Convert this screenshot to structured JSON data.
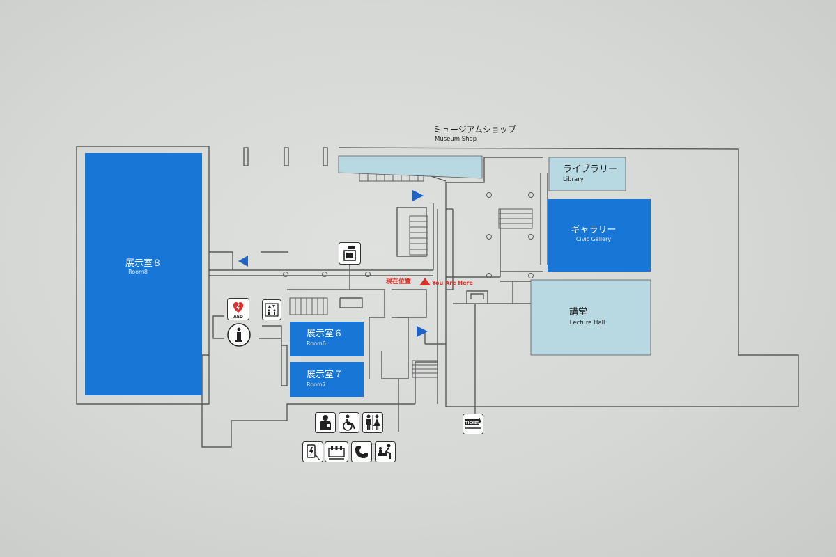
{
  "map": {
    "rooms": {
      "room8": {
        "jp": "展示室８",
        "en": "Room8"
      },
      "room6": {
        "jp": "展示室６",
        "en": "Room6"
      },
      "room7": {
        "jp": "展示室７",
        "en": "Room7"
      },
      "gallery": {
        "jp": "ギャラリー",
        "en": "Civic Gallery"
      },
      "library": {
        "jp": "ライブラリー",
        "en": "Library"
      },
      "lecture": {
        "jp": "講堂",
        "en": "Lecture Hall"
      },
      "shop": {
        "jp": "ミュージアムショップ",
        "en": "Museum Shop"
      }
    },
    "you_are_here": {
      "jp": "現在位置",
      "en": "You Are Here"
    },
    "aed_label": "AED",
    "ticket_label": "TICKET",
    "colors": {
      "dark_blue": "#1776d6",
      "light_blue": "#b8d8e2",
      "outline": "#5a5a5a",
      "accent_red": "#d7322a",
      "arrow_blue": "#1f63c4"
    },
    "icons": [
      "locker-icon",
      "aed-icon",
      "elevator-icon",
      "information-icon",
      "nursing-room-icon",
      "wheelchair-icon",
      "restroom-icon",
      "charging-icon",
      "coin-locker-icon",
      "telephone-icon",
      "baby-changing-icon",
      "ticket-icon"
    ]
  }
}
